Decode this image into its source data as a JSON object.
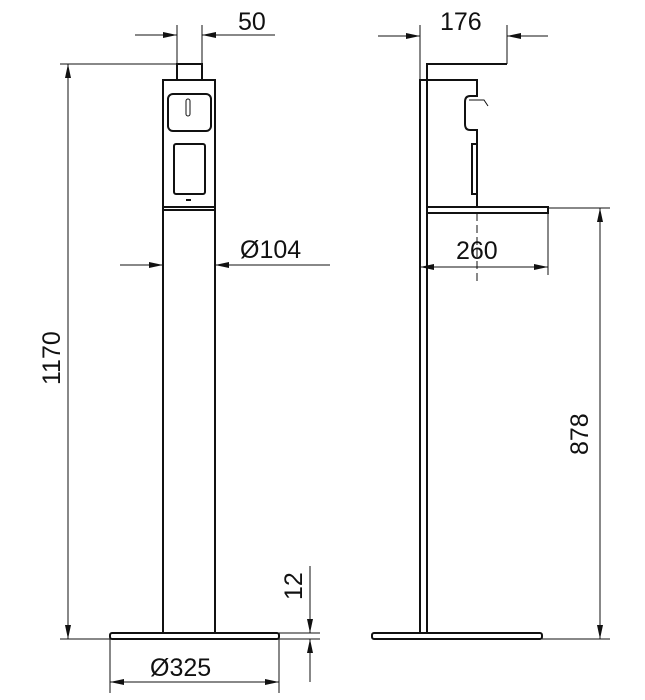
{
  "dimensions": {
    "front_top_width": "50",
    "overall_height": "1170",
    "pole_diameter": "Ø104",
    "base_diameter": "Ø325",
    "base_thickness": "12",
    "side_top_depth": "176",
    "shelf_depth": "260",
    "shelf_height": "878"
  },
  "colors": {
    "line": "#111111",
    "background": "#ffffff"
  }
}
